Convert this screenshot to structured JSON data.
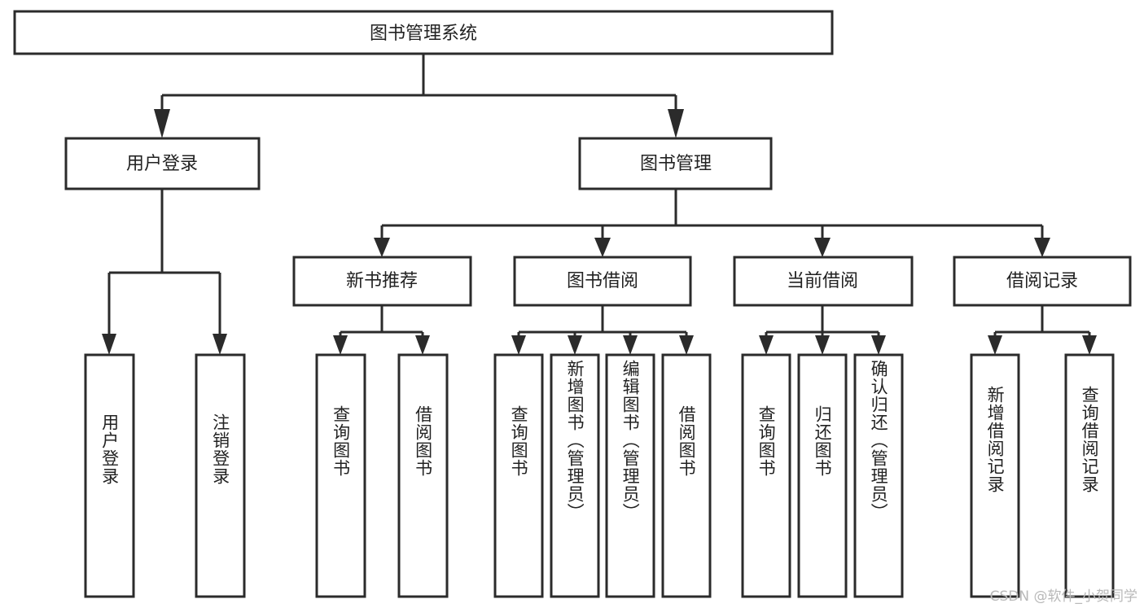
{
  "diagram": {
    "type": "tree",
    "title": "图书管理系统",
    "colors": {
      "stroke": "#2b2b2b",
      "box_fill": "#ffffff",
      "text": "#222222",
      "background": "#ffffff",
      "watermark": "#b9b9b9"
    },
    "root": {
      "label": "图书管理系统"
    },
    "level1": [
      {
        "label": "用户登录"
      },
      {
        "label": "图书管理"
      }
    ],
    "level2": [
      {
        "label": "新书推荐"
      },
      {
        "label": "图书借阅"
      },
      {
        "label": "当前借阅"
      },
      {
        "label": "借阅记录"
      }
    ],
    "leaves": {
      "user_login": [
        {
          "label": "用户登录"
        },
        {
          "label": "注销登录"
        }
      ],
      "new_book_recommend": [
        {
          "label": "查询图书"
        },
        {
          "label": "借阅图书"
        }
      ],
      "book_borrow": [
        {
          "label": "查询图书"
        },
        {
          "label": "新增图书（管理员）"
        },
        {
          "label": "编辑图书（管理员）"
        },
        {
          "label": "借阅图书"
        }
      ],
      "current_borrow": [
        {
          "label": "查询图书"
        },
        {
          "label": "归还图书"
        },
        {
          "label": "确认归还（管理员）"
        }
      ],
      "borrow_record": [
        {
          "label": "新增借阅记录"
        },
        {
          "label": "查询借阅记录"
        }
      ]
    }
  },
  "watermark": {
    "text": "CSDN @软件_小贺同学"
  }
}
